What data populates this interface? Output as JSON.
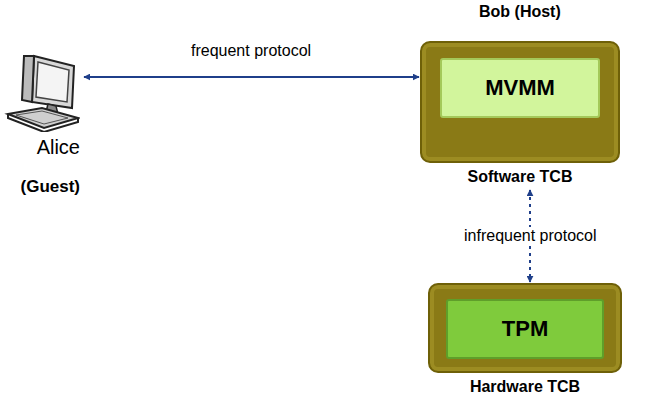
{
  "diagram": {
    "nodes": [
      {
        "text": [
          "Alice",
          "(Guest)"
        ]
      },
      {
        "text": [
          "Software TCB"
        ]
      },
      {
        "text": [
          "MVMM"
        ],
        "in": 1
      },
      {
        "text": [
          "Hardware TCB"
        ]
      },
      {
        "text": [
          "TPM"
        ],
        "in": 3
      }
    ],
    "edges": [
      {
        "from": 0,
        "to": 1,
        "label": "frequent protocol",
        "arrow": "both"
      },
      {
        "from": 1,
        "to": 3,
        "label": "infrequent protocol",
        "arrow": "both"
      }
    ],
    "labels": [
      "Bob (Host)"
    ]
  }
}
